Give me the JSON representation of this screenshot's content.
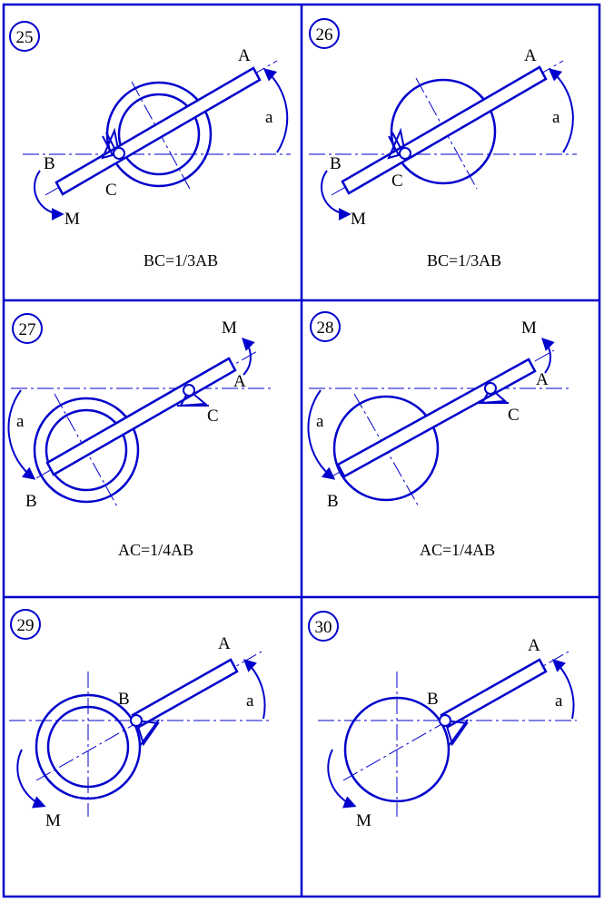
{
  "colors": {
    "line": "#0000cc",
    "text": "#000000",
    "background": "#ffffff"
  },
  "panels": [
    {
      "number": "25",
      "relation": "BC=1/3AB",
      "labels": {
        "A": "A",
        "B": "B",
        "C": "C",
        "M": "M",
        "angle": "a"
      }
    },
    {
      "number": "26",
      "relation": "BC=1/3AB",
      "labels": {
        "A": "A",
        "B": "B",
        "C": "C",
        "M": "M",
        "angle": "a"
      }
    },
    {
      "number": "27",
      "relation": "AC=1/4AB",
      "labels": {
        "A": "A",
        "B": "B",
        "C": "C",
        "M": "M",
        "angle": "a"
      }
    },
    {
      "number": "28",
      "relation": "AC=1/4AB",
      "labels": {
        "A": "A",
        "B": "B",
        "C": "C",
        "M": "M",
        "angle": "a"
      }
    },
    {
      "number": "29",
      "relation": "",
      "labels": {
        "A": "A",
        "B": "B",
        "M": "M",
        "angle": "a"
      }
    },
    {
      "number": "30",
      "relation": "",
      "labels": {
        "A": "A",
        "B": "B",
        "M": "M",
        "angle": "a"
      }
    }
  ]
}
